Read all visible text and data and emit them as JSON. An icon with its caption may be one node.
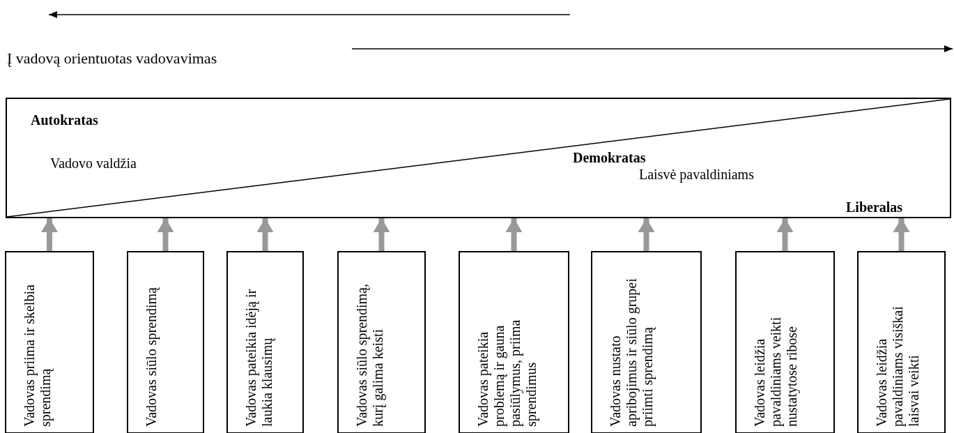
{
  "diagram": {
    "nodes": [
      {
        "text": [
          "Autokratas",
          "Vadovo valdžia",
          "Demokratas",
          "Laisvė pavaldiniams",
          "Liberalas"
        ]
      },
      {
        "text": [
          "Vadovas priima ir skelbia sprendimą"
        ]
      },
      {
        "text": [
          "Vadovas siūlo sprendimą"
        ]
      },
      {
        "text": [
          "Vadovas pateikia idėją ir laukia klausimų"
        ]
      },
      {
        "text": [
          "Vadovas siūlo sprendimą, kurį galima keisti"
        ]
      },
      {
        "text": [
          "Vadovas pateikia problemą ir gauna pasiūlymus, priima sprendimus"
        ]
      },
      {
        "text": [
          "Vadovas nustato apribojimus ir siūlo grupei priimti sprendimą"
        ]
      },
      {
        "text": [
          "Vadovas leidžia pavaldiniams veikti nustatytose ribose"
        ]
      },
      {
        "text": [
          "Vadovas leidžia pavaldiniams visiškai laisvai veikti"
        ]
      }
    ],
    "edges": [
      {
        "from": 1,
        "to": 0,
        "arrow": "to"
      },
      {
        "from": 2,
        "to": 0,
        "arrow": "to"
      },
      {
        "from": 3,
        "to": 0,
        "arrow": "to"
      },
      {
        "from": 4,
        "to": 0,
        "arrow": "to"
      },
      {
        "from": 5,
        "to": 0,
        "arrow": "to"
      },
      {
        "from": 6,
        "to": 0,
        "arrow": "to"
      },
      {
        "from": 7,
        "to": 0,
        "arrow": "to"
      },
      {
        "from": 8,
        "to": 0,
        "arrow": "to"
      }
    ],
    "labels": [
      "Į vadovą orientuotas vadovavimas"
    ]
  }
}
